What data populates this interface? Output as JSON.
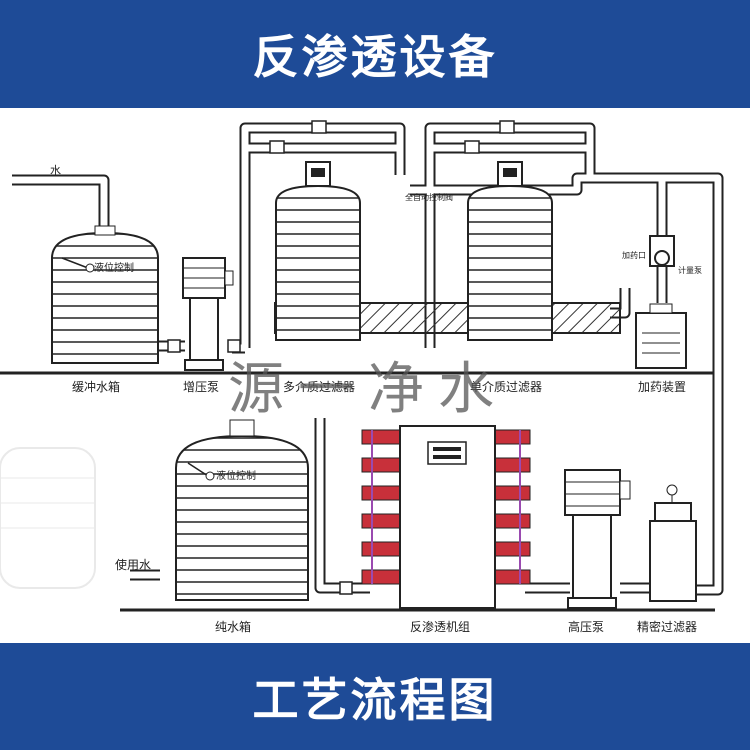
{
  "header": {
    "title": "反渗透设备"
  },
  "footer": {
    "title": "工艺流程图"
  },
  "watermark": "源一净水",
  "colors": {
    "band": "#1e4b97",
    "pipe": "#ffffff",
    "line": "#222222",
    "module": "#c8303a"
  },
  "diagram": {
    "inlet": "水",
    "level_control_1": "液位控制",
    "level_control_2": "液位控制",
    "buffer_tank": "缓冲水箱",
    "booster_pump": "增压泵",
    "multi_media_filter": "多介质过滤器",
    "single_media_filter": "单介质过滤器",
    "dosing_device": "加药装置",
    "control_valve": "全自动控制阀",
    "dosing_port": "加药口",
    "metering_pump": "计量泵",
    "use_water": "使用水",
    "pure_water_tank": "纯水箱",
    "ro_unit": "反渗透机组",
    "high_pressure_pump": "高压泵",
    "precision_filter": "精密过滤器"
  }
}
